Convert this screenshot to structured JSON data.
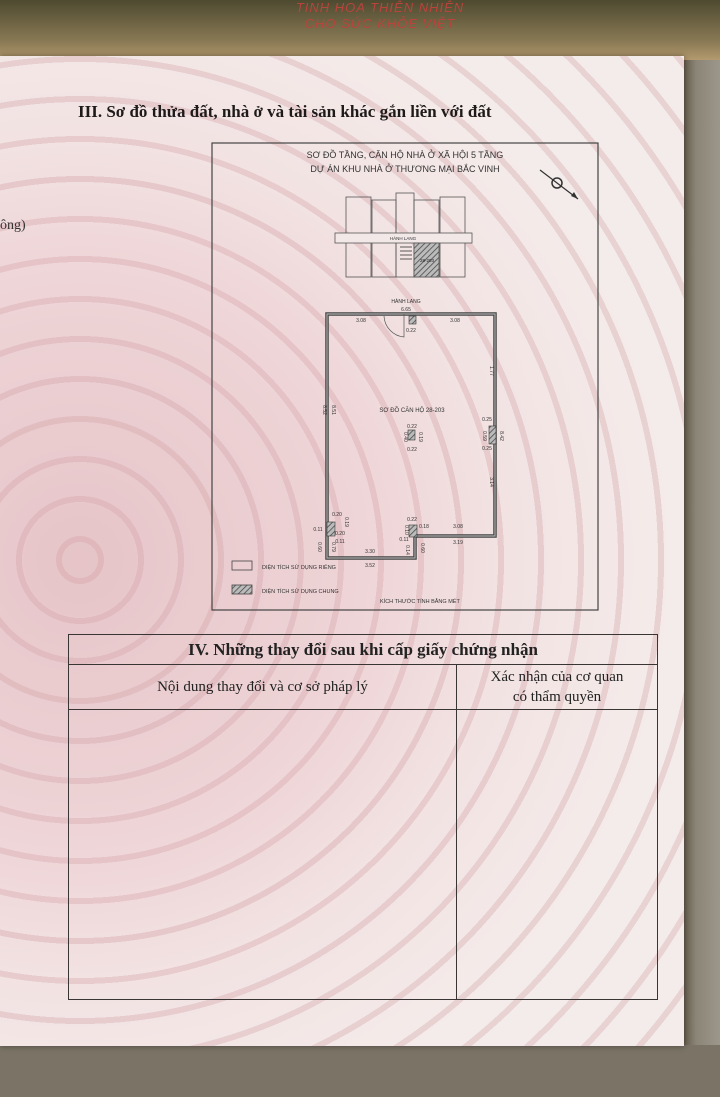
{
  "background": {
    "box_line1": "TINH HOA THIÊN NHIÊN",
    "box_line2": "CHO SỨC KHỎE VIỆT",
    "side_fragment": "ông)"
  },
  "section3": {
    "title": "III. Sơ đồ thửa đất, nhà ở và tài sản khác gắn liền với đất",
    "diagram": {
      "title_line1": "SƠ ĐỒ TẦNG, CĂN HỘ NHÀ Ở XÃ HỘI 5 TẦNG",
      "title_line2": "DỰ ÁN KHU NHÀ Ở THƯƠNG MẠI BẮC VINH",
      "keyplan_corridor": "HÀNH LANG",
      "keyplan_unit": "28-203",
      "compass_icon": "north-arrow-icon",
      "labels": [
        "HÀNH LANG",
        "6.65",
        "3.08",
        "3.08",
        "0.22",
        "SƠ ĐỒ CĂN HỘ 28-203",
        "0.22",
        "0.22",
        "0.40",
        "0.19",
        "0.25",
        "0.25",
        "0.59",
        "8.42",
        "1.77",
        "3.14",
        "8.52",
        "8.51",
        "0.20",
        "0.19",
        "0.11",
        "0.20",
        "0.11",
        "0.60",
        "0.79",
        "3.30",
        "3.52",
        "0.22",
        "0.10",
        "0.18",
        "0.11",
        "0.14",
        "0.60",
        "3.08",
        "3.19"
      ],
      "legend_private": "DIỆN TÍCH SỬ DỤNG RIÊNG",
      "legend_common": "DIỆN TÍCH SỬ DỤNG CHUNG",
      "units_note": "KÍCH THƯỚC TÍNH BẰNG MÉT"
    }
  },
  "section4": {
    "title": "IV. Những thay đổi sau khi cấp giấy chứng nhận",
    "col1": "Nội dung thay đổi và cơ sở pháp lý",
    "col2_line1": "Xác nhận của cơ quan",
    "col2_line2": "có thẩm quyền",
    "col1_value": "",
    "col2_value": ""
  }
}
